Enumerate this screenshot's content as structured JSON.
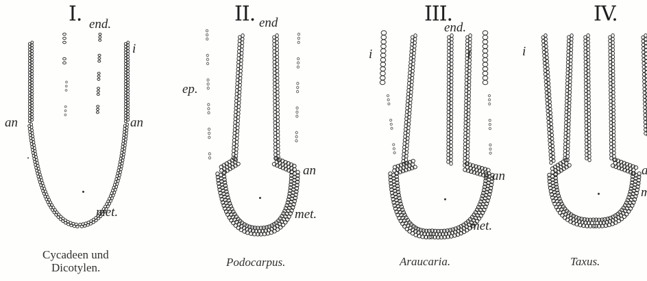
{
  "panels": [
    {
      "numeral": "I.",
      "labels": {
        "end": "end.",
        "i": "i",
        "an_left": "an",
        "an_right": "an",
        "met": "met."
      },
      "caption_line1": "Cycadeen und",
      "caption_line2": "Dicotylen."
    },
    {
      "numeral": "II.",
      "labels": {
        "end": "end",
        "ep": "ep.",
        "an": "an",
        "met": "met."
      },
      "caption": "Podocarpus."
    },
    {
      "numeral": "III.",
      "labels": {
        "end": "end.",
        "i_left": "i",
        "i_right": "i",
        "an": "an",
        "met": "met."
      },
      "caption": "Araucaria."
    },
    {
      "numeral": "IV.",
      "labels": {
        "i": "i",
        "an_partial": "a",
        "met_partial": "m"
      },
      "caption": "Taxus."
    }
  ]
}
